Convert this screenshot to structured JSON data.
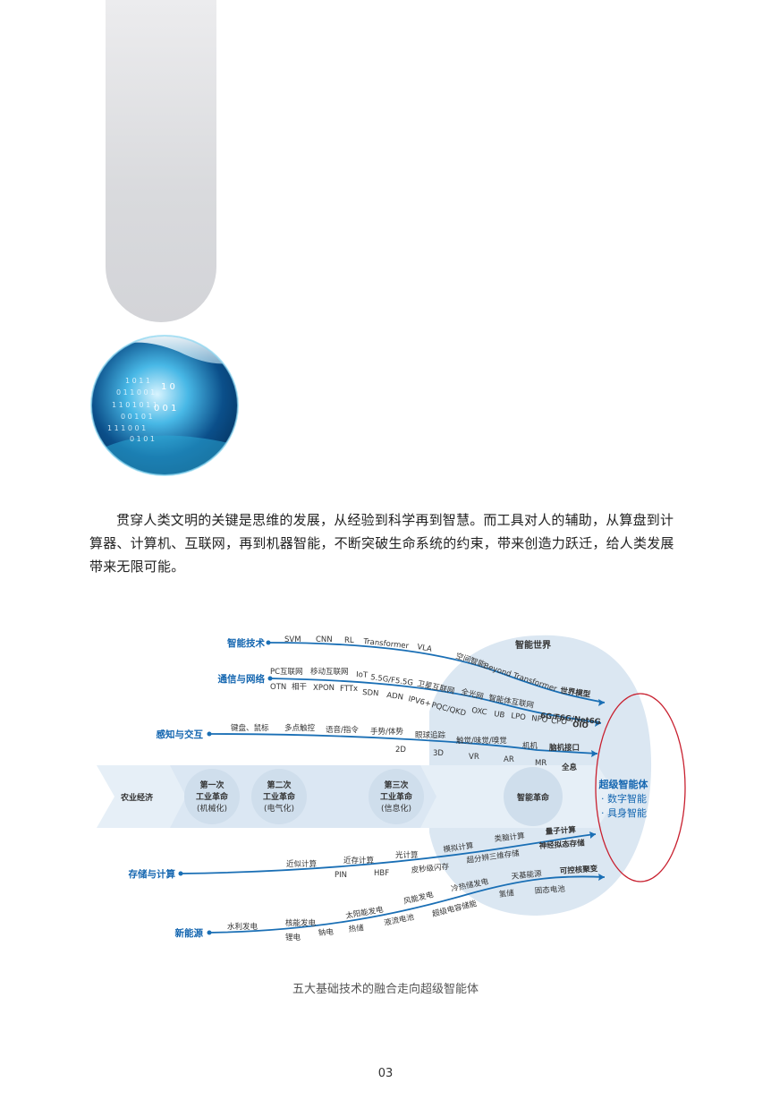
{
  "intro_text": "贯穿人类文明的关键是思维的发展，从经验到科学再到智慧。而工具对人的辅助，从算盘到计算器、计算机、互联网，再到机器智能，不断突破生命系统的约束，带来创造力跃迁，给人类发展带来无限可能。",
  "caption": "五大基础技术的融合走向超级智能体",
  "page_number": "03",
  "colors": {
    "accent": "#1a6fb5",
    "label": "#1466b0",
    "ellipse": "#c8202f",
    "bubble": "#dbe7f2"
  },
  "diagram": {
    "world_label": "智能世界",
    "super_title": "超级智能体",
    "super_items": [
      "· 数字智能",
      "· 具身智能"
    ],
    "era": {
      "agri": "农业经济",
      "rev1": [
        "第一次",
        "工业革命",
        "(机械化)"
      ],
      "rev2": [
        "第二次",
        "工业革命",
        "(电气化)"
      ],
      "rev3": [
        "第三次",
        "工业革命",
        "(信息化)"
      ],
      "smart": "智能革命"
    },
    "streams": {
      "ai": {
        "label": "智能技术",
        "items": [
          "SVM",
          "CNN",
          "RL",
          "Transformer",
          "VLA",
          "空间智能",
          "Beyond Transformer"
        ],
        "end": "世界模型"
      },
      "comm": {
        "label": "通信与网络",
        "top": [
          "PC互联网",
          "移动互联网",
          "IoT",
          "5.5G/F5.5G",
          "卫星互联网",
          "全光网",
          "智能体互联网"
        ],
        "top_end": "6G/F6G/Net6G",
        "bottom": [
          "OTN",
          "相干",
          "XPON",
          "FTTx",
          "SDN",
          "ADN",
          "IPV6+",
          "PQC/QKD",
          "OXC",
          "UB",
          "LPO",
          "NPO",
          "CPO"
        ],
        "bottom_end": "OIO"
      },
      "sense": {
        "label": "感知与交互",
        "top": [
          "键盘、鼠标",
          "多点触控",
          "语音/指令",
          "手势/体势",
          "眼球追踪",
          "触觉/味觉/嗅觉",
          "机机"
        ],
        "top_end": "脑机接口",
        "bottom": [
          "2D",
          "3D",
          "VR",
          "AR",
          "MR"
        ],
        "bottom_end": "全息"
      },
      "compute": {
        "label": "存储与计算",
        "top": [
          "近似计算",
          "近存计算",
          "光计算",
          "模拟计算",
          "类脑计算"
        ],
        "top_end": "量子计算",
        "bottom": [
          "PIN",
          "HBF",
          "皮秒级闪存",
          "超分辨三维存储"
        ],
        "bottom_end": "神经拟态存储"
      },
      "energy": {
        "label": "新能源",
        "top": [
          "水利发电",
          "核能发电",
          "太阳能发电",
          "风能发电",
          "冷热储发电",
          "天基能源"
        ],
        "top_end": "可控核聚变",
        "bottom": [
          "锂电",
          "钠电",
          "热储",
          "液流电池",
          "超级电容储能",
          "氢储",
          "固态电池"
        ]
      }
    }
  }
}
